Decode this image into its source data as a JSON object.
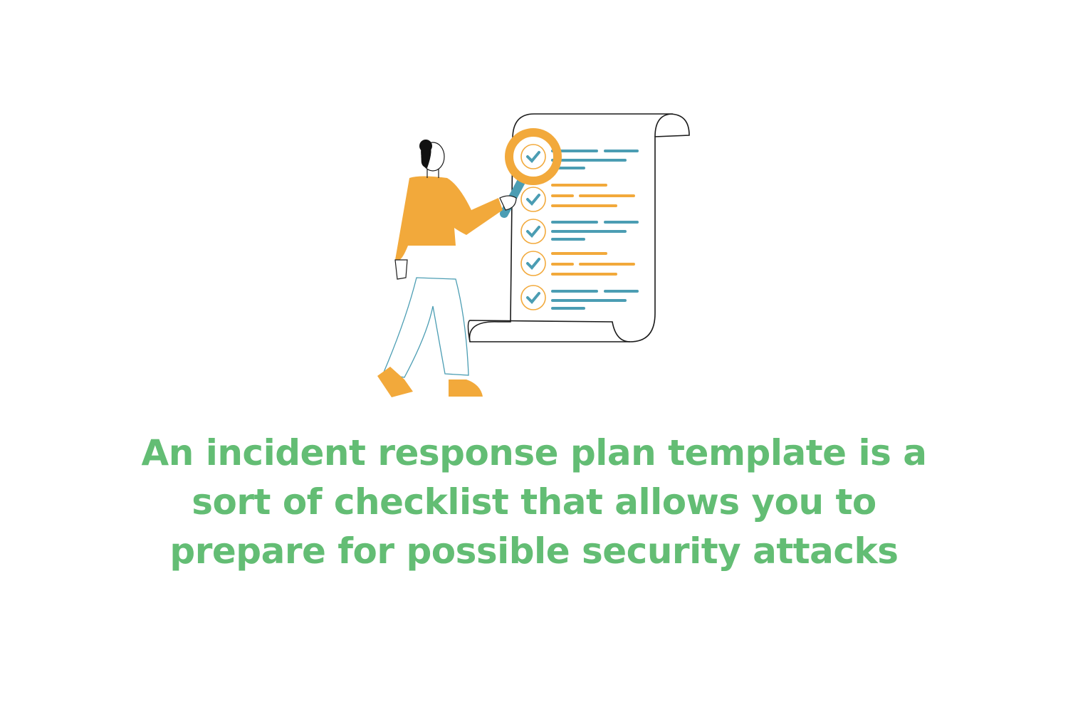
{
  "illustration": {
    "description": "woman with magnifying glass inspecting checklist scroll",
    "checklist_items": 5,
    "colors": {
      "orange": "#f2a93b",
      "teal": "#4b9db3",
      "outline": "#1a1a1a",
      "caption_green": "#63bd74"
    }
  },
  "caption": {
    "lines": [
      "An incident response plan template is a",
      "sort of checklist that allows you to",
      "prepare for possible security attacks"
    ]
  }
}
